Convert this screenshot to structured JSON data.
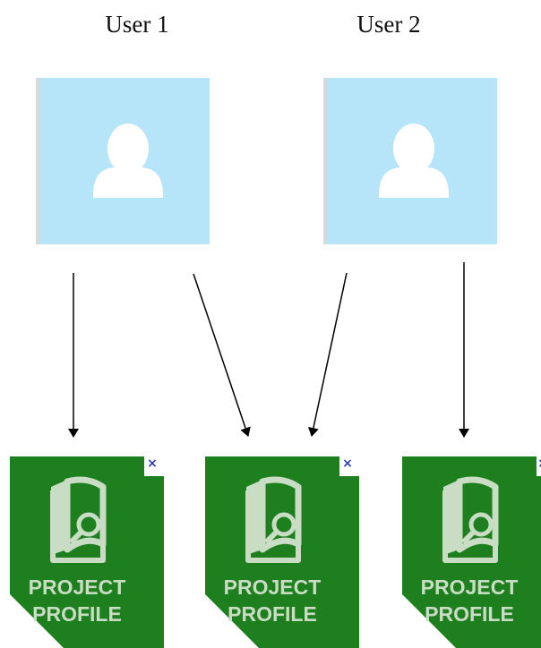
{
  "users": [
    {
      "label": "User 1"
    },
    {
      "label": "User 2"
    }
  ],
  "badges": [
    {
      "line1": "PROJECT",
      "line2": "PROFILE",
      "close": "×"
    },
    {
      "line1": "PROJECT",
      "line2": "PROFILE",
      "close": "×"
    },
    {
      "line1": "PROJECT",
      "line2": "PROFILE",
      "close": "×"
    }
  ],
  "colors": {
    "avatar_bg": "#b6e4f9",
    "badge_green": "#1e7f1e",
    "badge_text": "#c9dcc4",
    "close": "#2d3bb3"
  }
}
